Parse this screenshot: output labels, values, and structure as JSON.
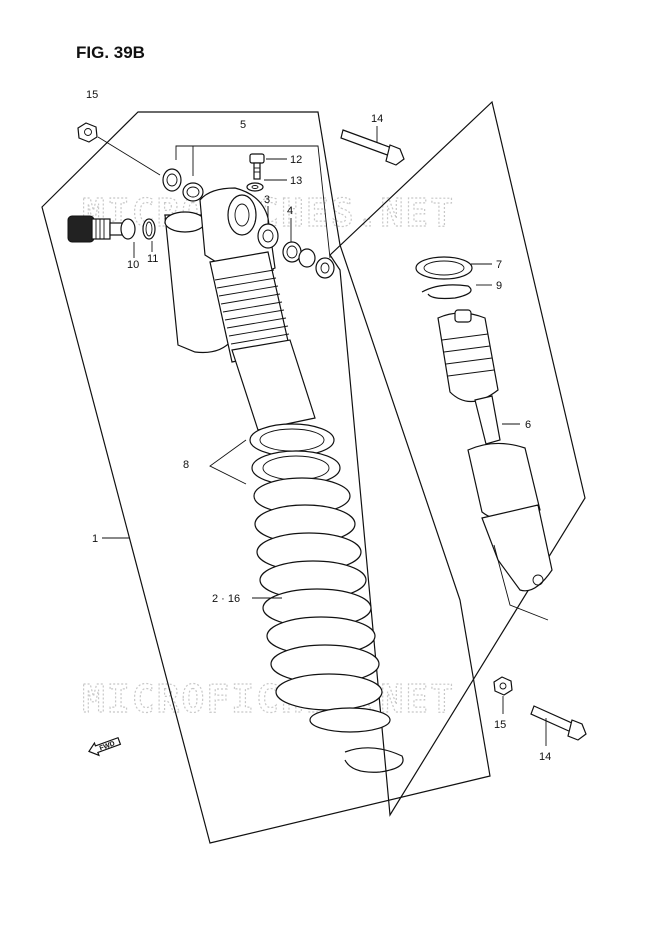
{
  "figure": {
    "title": "FIG. 39B"
  },
  "watermark": [
    "MICROFICHES.NET",
    "MICROFICHES.NET"
  ],
  "fwd_label": "FWD",
  "callouts": [
    {
      "id": "c15a",
      "text": "15"
    },
    {
      "id": "c5",
      "text": "5"
    },
    {
      "id": "c14a",
      "text": "14"
    },
    {
      "id": "c12",
      "text": "12"
    },
    {
      "id": "c13",
      "text": "13"
    },
    {
      "id": "c3",
      "text": "3"
    },
    {
      "id": "c4",
      "text": "4"
    },
    {
      "id": "c10",
      "text": "10"
    },
    {
      "id": "c11",
      "text": "11"
    },
    {
      "id": "c7",
      "text": "7"
    },
    {
      "id": "c9",
      "text": "9"
    },
    {
      "id": "c6",
      "text": "6"
    },
    {
      "id": "c8",
      "text": "8"
    },
    {
      "id": "c1",
      "text": "1"
    },
    {
      "id": "c216",
      "text": "2 · 16"
    },
    {
      "id": "c15b",
      "text": "15"
    },
    {
      "id": "c14b",
      "text": "14"
    }
  ]
}
